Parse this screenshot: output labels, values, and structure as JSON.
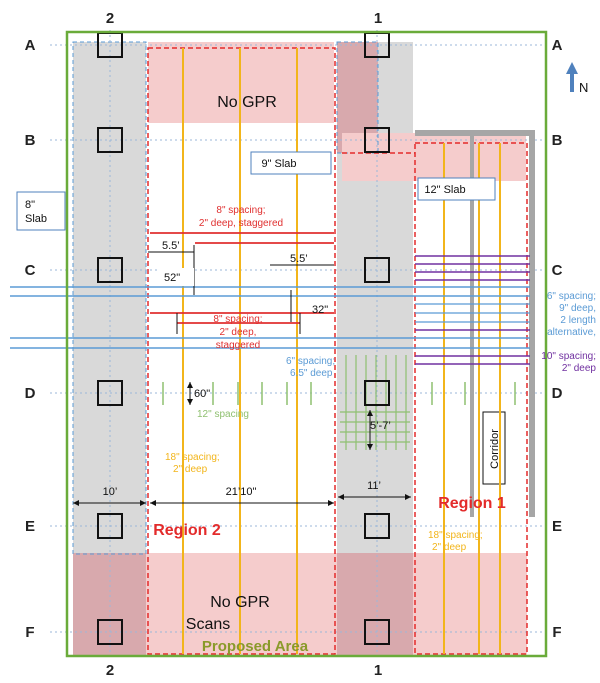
{
  "colors": {
    "site_boundary": "#6aab3a",
    "gray_zone": "#d9d9d9",
    "pink_zone": "#f5cccc",
    "dark_pink_zone": "#d8a9ad",
    "region_border": "#e32b2b",
    "slab_border": "#4f81bd",
    "yellow_scan": "#f2b51b",
    "red_scan": "#e03030",
    "blue_scan": "#5b9bd5",
    "purple_scan": "#7030a0",
    "green_scan": "#8fc070",
    "corridor_bar": "#a6a6a6",
    "north_arrow": "#4f81bd"
  },
  "grid": {
    "columns": {
      "col_2_top": "2",
      "col_1_top": "1",
      "col_2_bottom": "2",
      "col_1_bottom": "1"
    },
    "rows": {
      "a_left": "A",
      "b_left": "B",
      "c_left": "C",
      "d_left": "D",
      "e_left": "E",
      "f_left": "F",
      "a_right": "A",
      "b_right": "B",
      "c_right": "C",
      "d_right": "D",
      "e_right": "E",
      "f_right": "F"
    }
  },
  "north": {
    "label": "N"
  },
  "zones": {
    "no_gpr_top": "No GPR",
    "no_gpr_bottom_line1": "No GPR",
    "no_gpr_bottom_line2": "Scans",
    "proposed_area": "Proposed Area",
    "region_1": "Region 1",
    "region_2": "Region 2",
    "corridor": "Corridor"
  },
  "slabs": {
    "slab_9": "9\" Slab",
    "slab_12": "12\" Slab",
    "slab_8_line1": "8\"",
    "slab_8_line2": "Slab"
  },
  "dimensions": {
    "dim_10": "10’",
    "dim_21_10": "21’10\"",
    "dim_11": "11’",
    "dim_5_5_left": "5.5’",
    "dim_5_5_right": "5.5’",
    "dim_52": "52\"",
    "dim_32": "32\"",
    "dim_60": "60\"",
    "dim_5_7": "5’-7’"
  },
  "scan_notes": {
    "red_upper_line1": "8\" spacing;",
    "red_upper_line2": "2\" deep, staggered",
    "red_lower_line1": "8\" spacing;",
    "red_lower_line2": "2\" deep,",
    "red_lower_line3": "staggered",
    "blue_mid_line1": "6\" spacing;",
    "blue_mid_line2": "6.5\" deep",
    "blue_right_line1": "6\" spacing;",
    "blue_right_line2": "9\" deep,",
    "blue_right_line3": "2 length",
    "blue_right_line4": "alternative,",
    "purple_line1": "10\" spacing;",
    "purple_line2": "2\" deep",
    "green_spacing": "12\" spacing",
    "yellow_left_line1": "18\" spacing;",
    "yellow_left_line2": "2\" deep",
    "yellow_right_line1": "18\" spacing;",
    "yellow_right_line2": "2\" deep"
  }
}
